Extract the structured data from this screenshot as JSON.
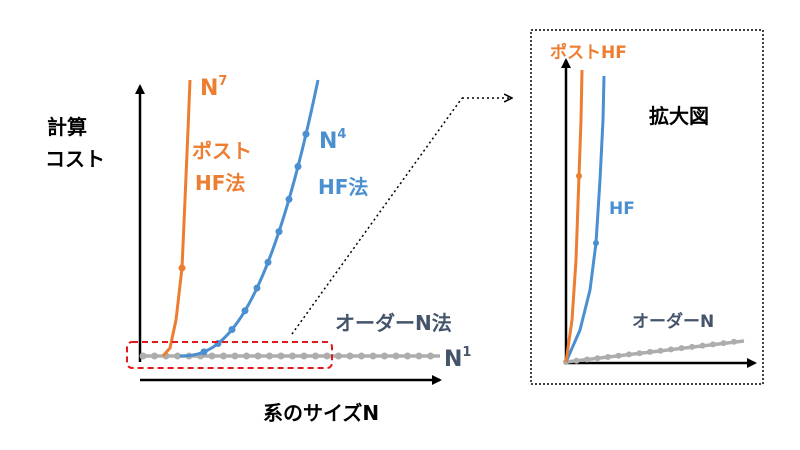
{
  "main_chart": {
    "y_axis_label_line1": "計算",
    "y_axis_label_line2": "コスト",
    "x_axis_label": "系のサイズN",
    "post_hf": {
      "name_line1": "ポスト",
      "name_line2": "HF法",
      "order_base": "N",
      "order_exp": "7",
      "color": "#ed7d31"
    },
    "hf": {
      "name": "HF法",
      "order_base": "N",
      "order_exp": "4",
      "color": "#4a8fd0"
    },
    "order_n": {
      "name": "オーダーN法",
      "order_base": "N",
      "order_exp": "1",
      "color": "#adadad",
      "label_color": "#44546a"
    }
  },
  "zoom_box": {
    "title": "拡大図",
    "post_hf_label": "ポストHF",
    "hf_label": "HF",
    "order_n_label": "オーダーN"
  },
  "colors": {
    "axis": "#000000",
    "highlight_box": "#e31a1c",
    "text_dark": "#000000"
  }
}
